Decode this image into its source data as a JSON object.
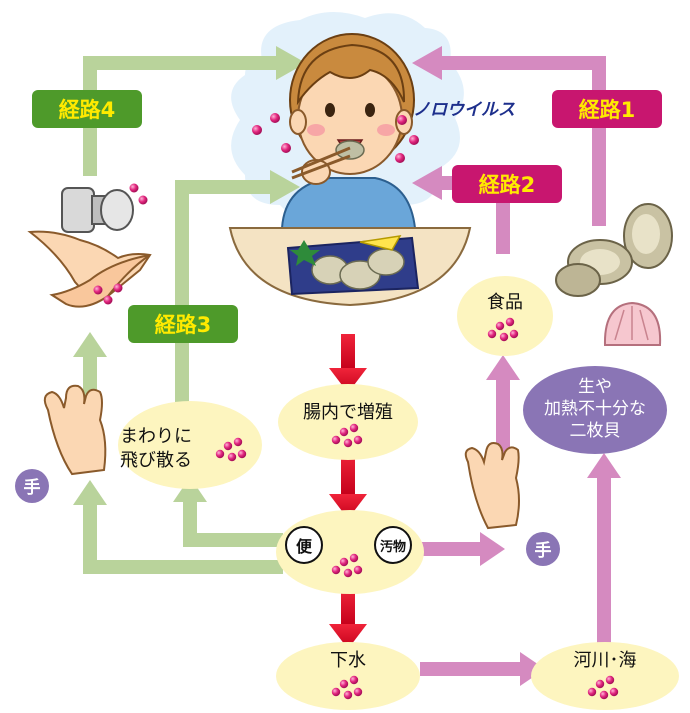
{
  "title": "ノロウイルス",
  "routes": {
    "route1": "経路1",
    "route2": "経路2",
    "route3": "経路3",
    "route4": "経路4"
  },
  "nodes": {
    "multiply": "腸内で増殖",
    "stool": "便",
    "vomit": "汚物",
    "scatter_line1": "まわりに",
    "scatter_line2": "飛び散る",
    "hand_left": "手",
    "hand_right": "手",
    "food": "食品",
    "shellfish_line1": "生や",
    "shellfish_line2": "加熱不十分な",
    "shellfish_line3": "二枚貝",
    "sewage": "下水",
    "river": "河川･海"
  },
  "colors": {
    "green_route": "#4e9a2a",
    "green_arrow": "#b9d39b",
    "pink_route": "#c8166f",
    "pink_arrow": "#d58ac0",
    "red_arrow": "#d6001c",
    "node_fill": "#fdf5bf",
    "purple_circle": "#8a75b5",
    "title_blue": "#1d2f8c",
    "route_text": "#ffea00",
    "virus": "#e2267e"
  }
}
